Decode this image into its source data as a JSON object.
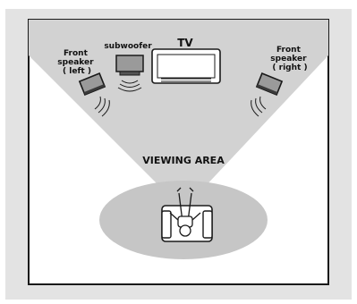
{
  "labels": {
    "front_left": [
      "Front",
      "speaker",
      "( left )"
    ],
    "front_right": [
      "Front",
      "speaker",
      "( right )"
    ],
    "subwoofer": "subwoofer",
    "tv": "TV",
    "viewing_area": "VIEWING AREA"
  },
  "colors": {
    "outer_background": "#e3e3e3",
    "room_fill": "#ffffff",
    "room_border": "#1a1a1a",
    "viewing_cone": "#d2d2d2",
    "seating_ellipse": "#c6c6c6"
  },
  "icons": [
    "speaker-icon",
    "subwoofer-icon",
    "tv-icon",
    "sound-wave-icon",
    "armchair-icon",
    "person-icon"
  ]
}
